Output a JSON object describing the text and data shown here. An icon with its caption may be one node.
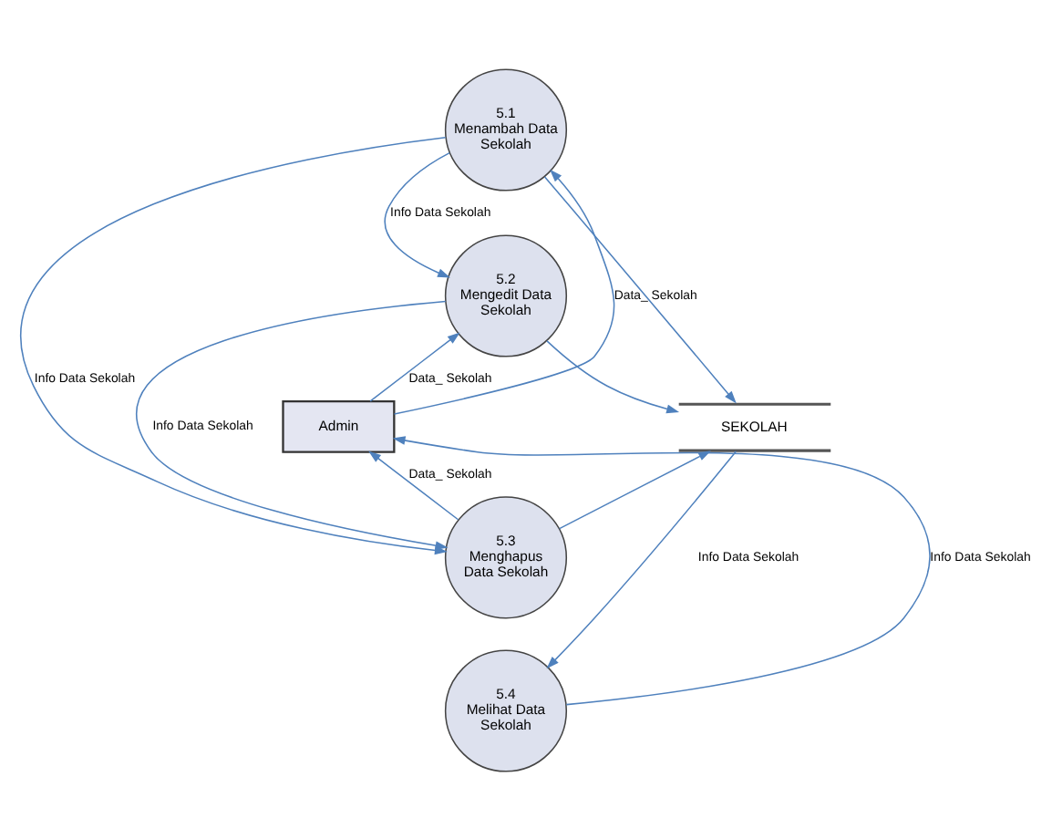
{
  "diagram": {
    "nodes": [
      {
        "text": [
          "5.1",
          "Menambah Data Sekolah"
        ]
      },
      {
        "text": [
          "5.2",
          "Mengedit Data Sekolah"
        ]
      },
      {
        "text": [
          "Admin"
        ]
      },
      {
        "text": [
          "SEKOLAH"
        ]
      },
      {
        "text": [
          "5.3",
          "Menghapus Data Sekolah"
        ]
      },
      {
        "text": [
          "5.4",
          "Melihat Data Sekolah"
        ]
      }
    ],
    "edges": [
      {
        "from": 2,
        "to": 0,
        "arrow": "to",
        "label": "Data_ Sekolah"
      },
      {
        "from": 0,
        "to": 3,
        "arrow": "to"
      },
      {
        "from": 0,
        "to": 1,
        "arrow": "to",
        "label": "Info Data Sekolah"
      },
      {
        "from": 0,
        "to": 4,
        "arrow": "to",
        "label": "Info Data Sekolah"
      },
      {
        "from": 2,
        "to": 1,
        "arrow": "to",
        "label": "Data_ Sekolah"
      },
      {
        "from": 1,
        "to": 3,
        "arrow": "to"
      },
      {
        "from": 1,
        "to": 4,
        "arrow": "to",
        "label": "Info Data Sekolah"
      },
      {
        "from": 4,
        "to": 2,
        "arrow": "to",
        "label": "Data_ Sekolah"
      },
      {
        "from": 4,
        "to": 3,
        "arrow": "to"
      },
      {
        "from": 3,
        "to": 5,
        "arrow": "to",
        "label": "Info Data Sekolah"
      },
      {
        "from": 5,
        "to": 2,
        "arrow": "to",
        "label": "Info Data Sekolah"
      }
    ]
  }
}
